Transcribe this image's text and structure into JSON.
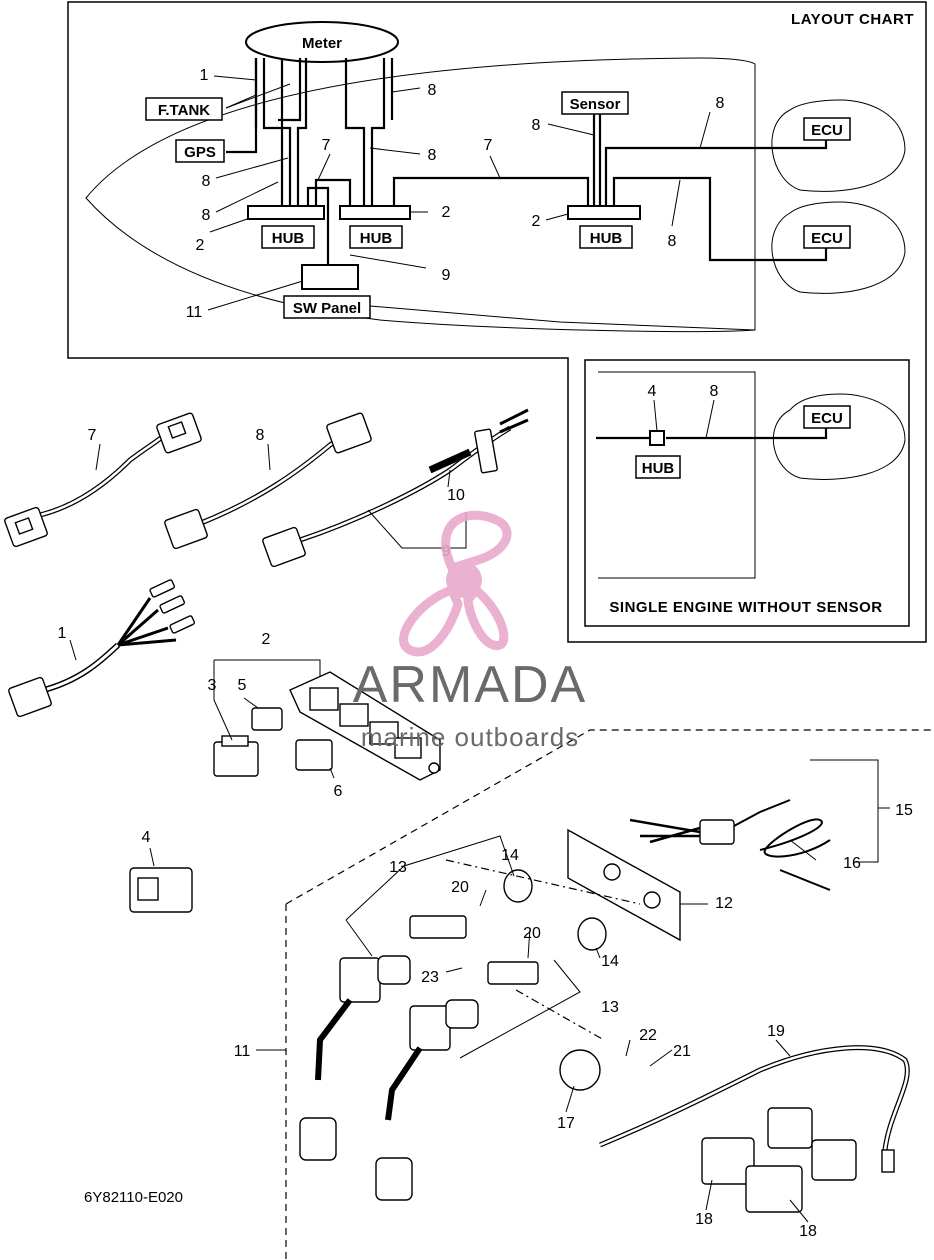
{
  "layout_chart": {
    "title": "LAYOUT CHART",
    "labels": {
      "meter": "Meter",
      "ftank": "F.TANK",
      "gps": "GPS",
      "sensor": "Sensor",
      "hub": "HUB",
      "ecu": "ECU",
      "sw_panel": "SW Panel"
    },
    "callouts": {
      "n1": "1",
      "n2": "2",
      "n7": "7",
      "n8": "8",
      "n9": "9",
      "n11": "11"
    }
  },
  "single_engine": {
    "title": "SINGLE ENGINE WITHOUT SENSOR",
    "hub": "HUB",
    "ecu": "ECU",
    "n4": "4",
    "n8": "8"
  },
  "parts_callouts": {
    "p1": "1",
    "p2": "2",
    "p3": "3",
    "p4": "4",
    "p5": "5",
    "p6": "6",
    "p7": "7",
    "p8": "8",
    "p9": "9",
    "p10": "10",
    "p11": "11",
    "p12": "12",
    "p13": "13",
    "p14": "14",
    "p15": "15",
    "p16": "16",
    "p17": "17",
    "p18": "18",
    "p19": "19",
    "p20": "20",
    "p21": "21",
    "p22": "22",
    "p23": "23"
  },
  "watermark": {
    "brand": "ARMADA",
    "tagline": "marine outboards",
    "colors": {
      "propeller": "#e9a9cc",
      "text": "#6a6a6a"
    }
  },
  "drawing_code": "6Y82110-E020"
}
